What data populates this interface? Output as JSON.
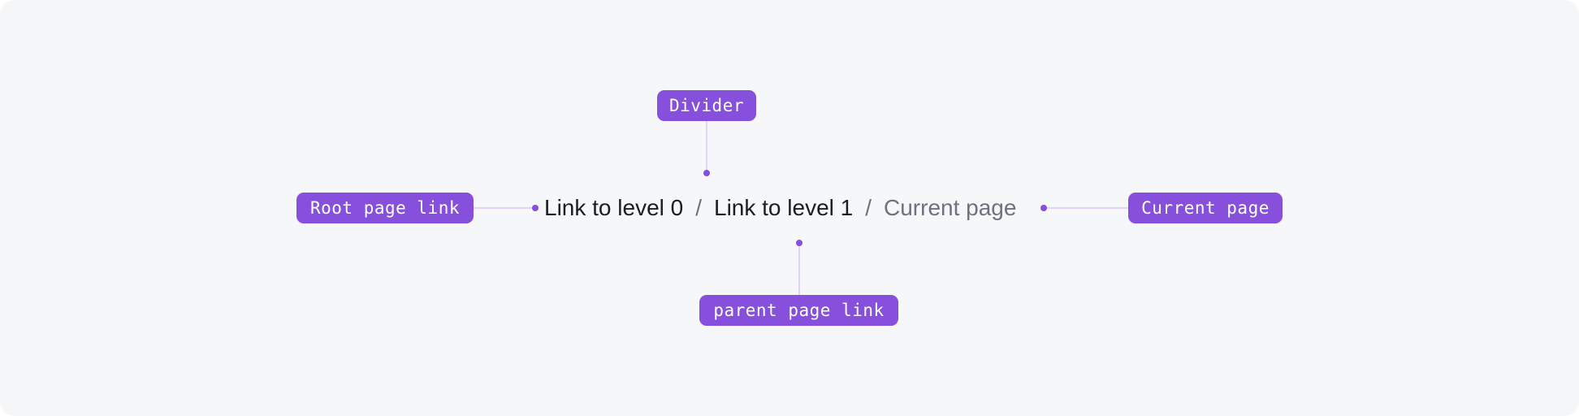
{
  "breadcrumb": {
    "items": [
      {
        "label": "Link to level 0",
        "type": "link"
      },
      {
        "label": "Link to level 1",
        "type": "link"
      },
      {
        "label": "Current page",
        "type": "current"
      }
    ],
    "separator": "/"
  },
  "annotations": {
    "divider": "Divider",
    "root_page_link": "Root page link",
    "current_page": "Current page",
    "parent_page_link": "parent page link"
  },
  "colors": {
    "background": "#f6f7f9",
    "accent": "#8650dc",
    "connector": "#e3d3f7",
    "link_text": "#1c1d21",
    "current_text": "#6b7280"
  }
}
